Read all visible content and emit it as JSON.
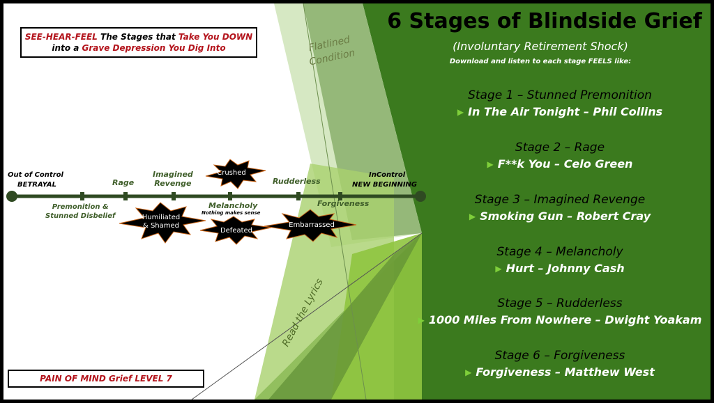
{
  "title": "6 Stages of Blindside Grief",
  "subtitle": "(Involuntary Retirement Shock)",
  "download_note": "Download and listen to each stage FEELS like:",
  "top_callout": {
    "part1": "SEE-HEAR-FEEL",
    "part2": " The Stages that ",
    "part3": "Take You DOWN",
    "part4": " into a ",
    "part5": "Grave Depression You Dig Into"
  },
  "bottom_callout": "PAIN OF MIND Grief LEVEL 7",
  "flatlined": {
    "line1": "Flatlined",
    "line2": "Condition"
  },
  "read_lyrics": "Read the Lyrics",
  "stages": [
    {
      "stage": "Stage 1 – Stunned Premonition",
      "song": "In The Air Tonight – Phil Collins"
    },
    {
      "stage": "Stage 2 – Rage",
      "song": "F**k You – Celo Green"
    },
    {
      "stage": "Stage 3 – Imagined Revenge",
      "song": "Smoking Gun – Robert Cray"
    },
    {
      "stage": "Stage 4 – Melancholy",
      "song": "Hurt – Johnny Cash"
    },
    {
      "stage": "Stage 5 – Rudderless",
      "song": "1000 Miles From Nowhere – Dwight Yoakam"
    },
    {
      "stage": "Stage 6 – Forgiveness",
      "song": "Forgiveness – Matthew West"
    }
  ],
  "timeline": {
    "start": {
      "line1": "Out of Control",
      "line2": "BETRAYAL"
    },
    "end": {
      "line1": "InControl",
      "line2": "NEW BEGINNING"
    },
    "rage": "Rage",
    "imagined": {
      "line1": "Imagined",
      "line2": "Revenge"
    },
    "rudderless": "Rudderless",
    "premonition": {
      "line1": "Premonition &",
      "line2": "Stunned Disbelief"
    },
    "melancholy": "Melancholy",
    "melancholy_sub": "Nothing makes sense",
    "forgiveness": "Forgiveness"
  },
  "bursts": {
    "crushed": "Crushed",
    "humiliated": {
      "line1": "Humiliated",
      "line2": "& Shamed"
    },
    "defeated": "Defeated",
    "embarrassed": "Embarrassed"
  },
  "colors": {
    "panel_green": "#3b7a1e",
    "light_green": "#8fc43f",
    "timeline": "#2f4a22",
    "accent_red": "#b3131b"
  }
}
